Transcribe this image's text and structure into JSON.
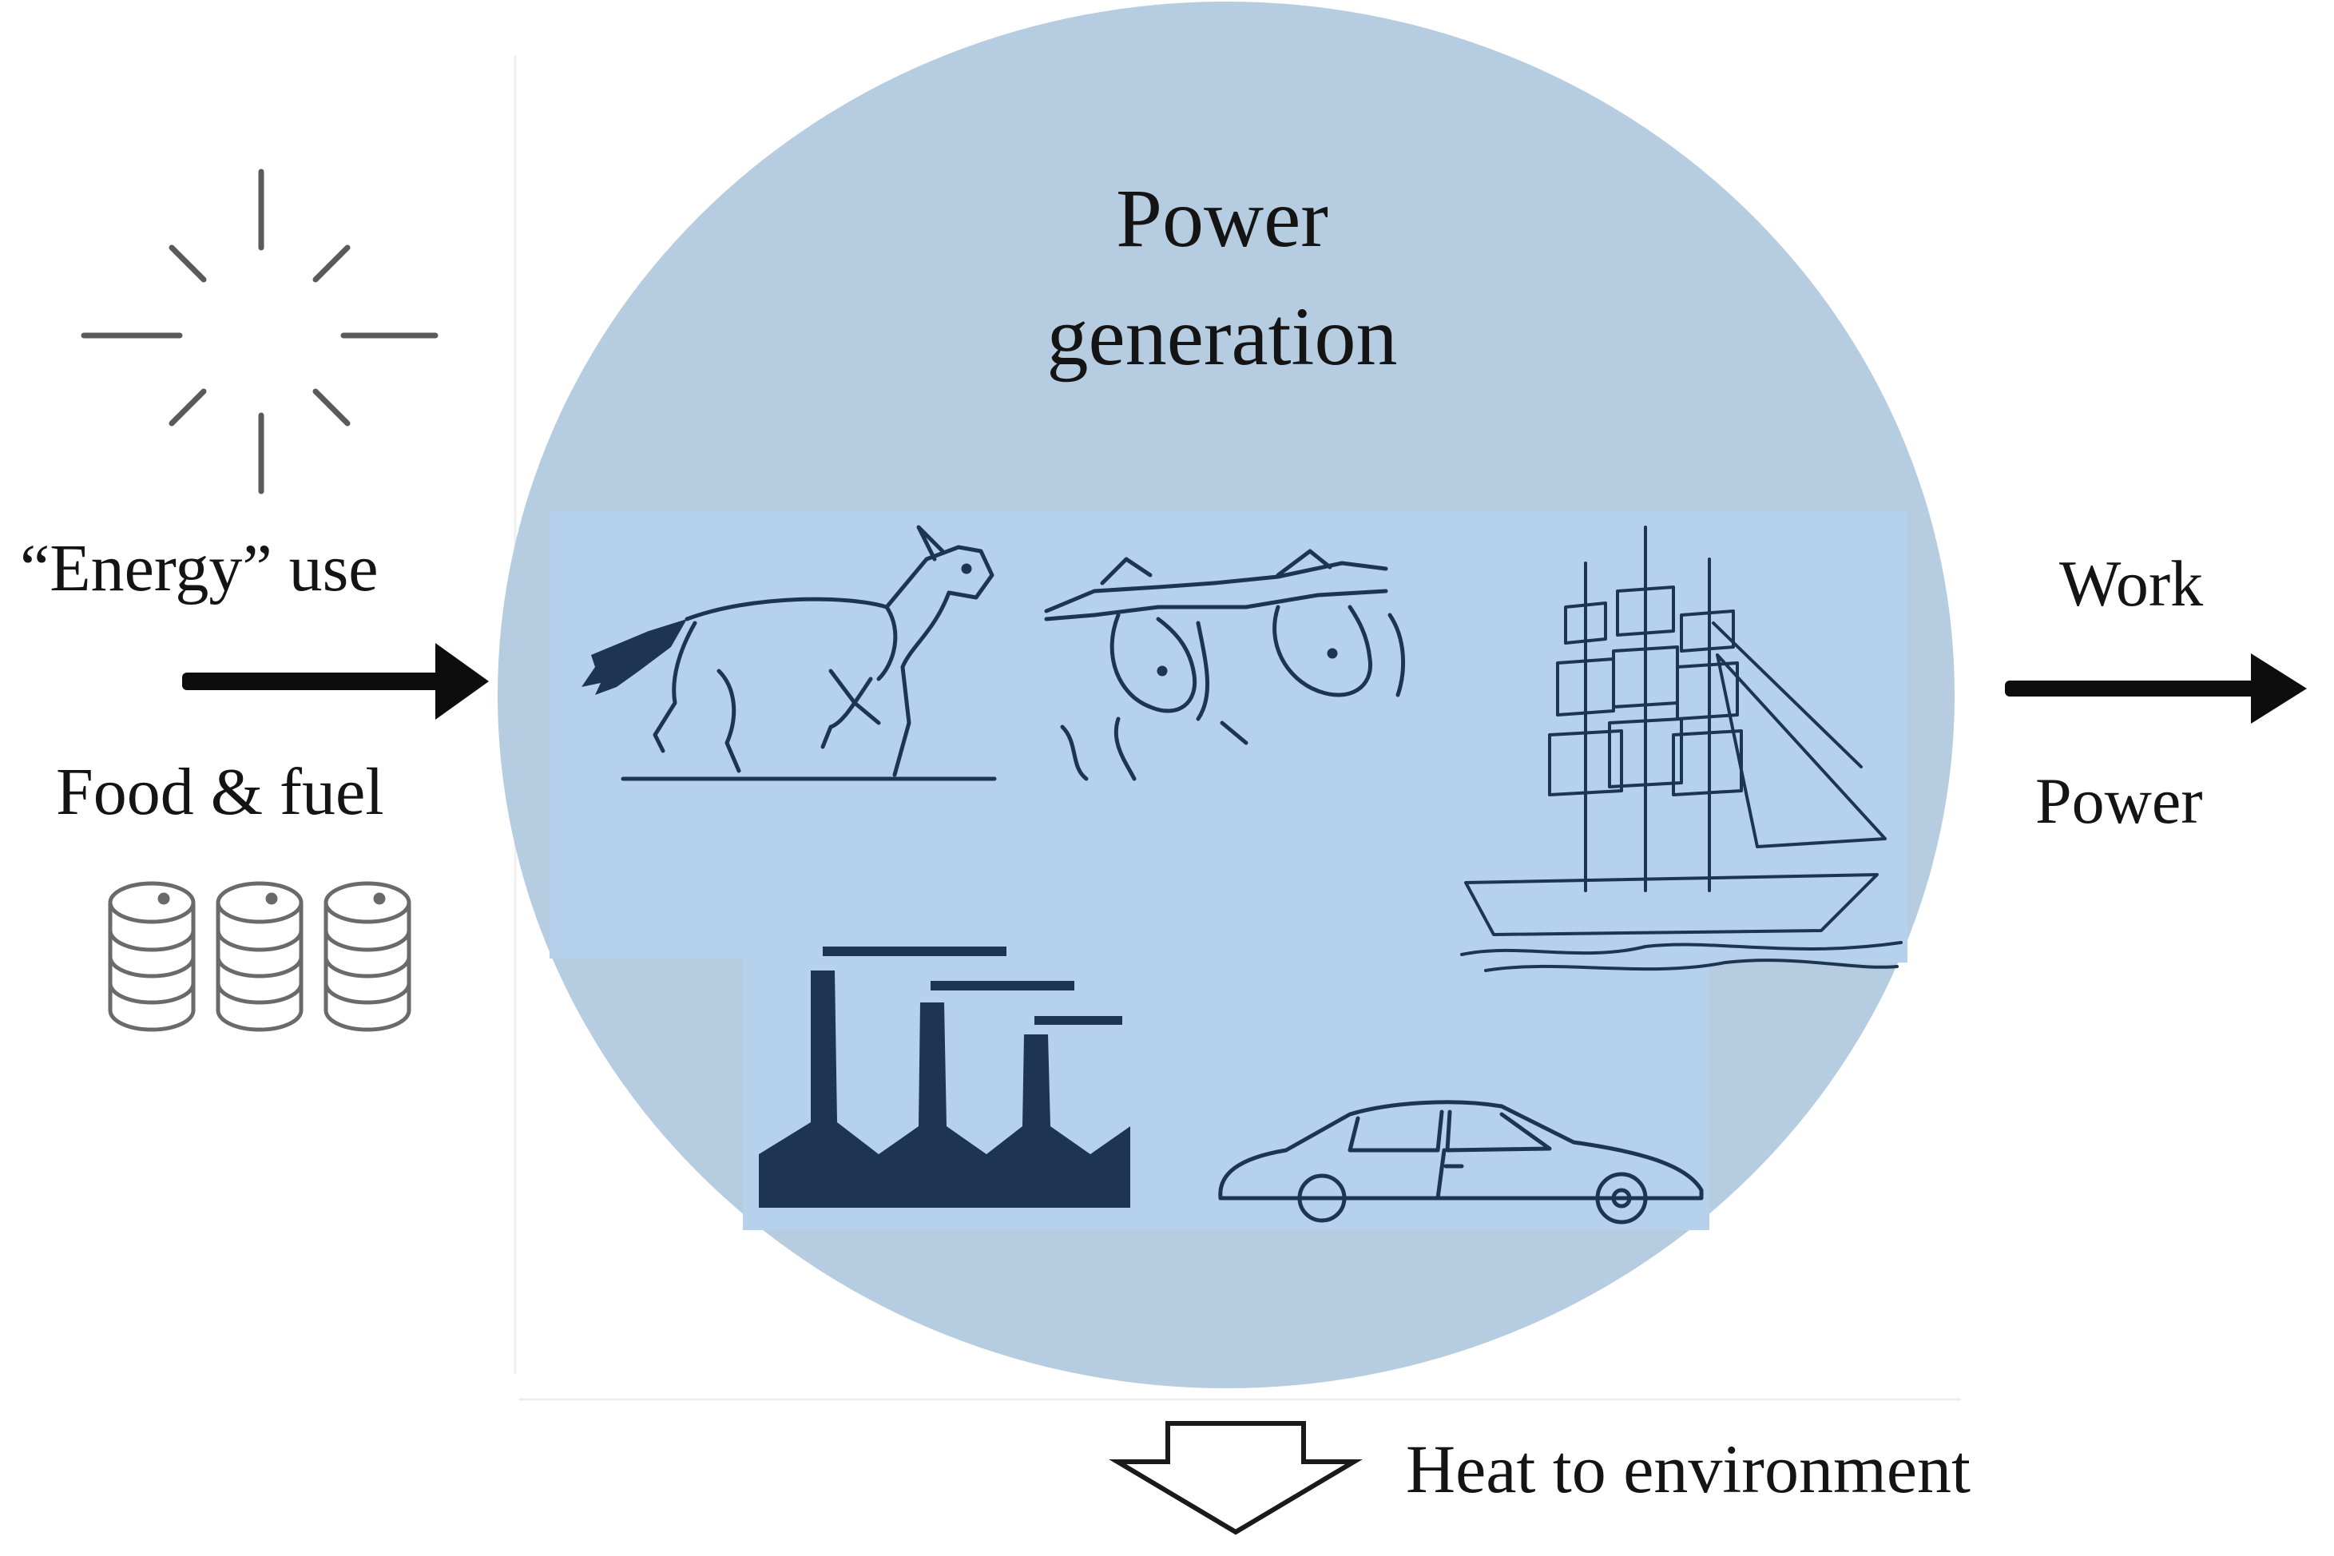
{
  "center": {
    "title_line1": "Power",
    "title_line2": "generation"
  },
  "input": {
    "label_top": "“Energy” use",
    "label_bottom": "Food & fuel"
  },
  "output": {
    "label_top": "Work",
    "label_bottom": "Power"
  },
  "loss": {
    "label": "Heat to environment"
  },
  "icons": [
    "sun-icon",
    "fuel-barrels-icon",
    "horse-icon",
    "oxen-icon",
    "sailing-ship-icon",
    "factory-icon",
    "car-icon"
  ],
  "colors": {
    "circle": "#b6cce0",
    "panel": "#b5d1eb",
    "ink": "#1d3550",
    "arrow": "#0d0d0d",
    "line_gray": "#5a5a5a"
  }
}
